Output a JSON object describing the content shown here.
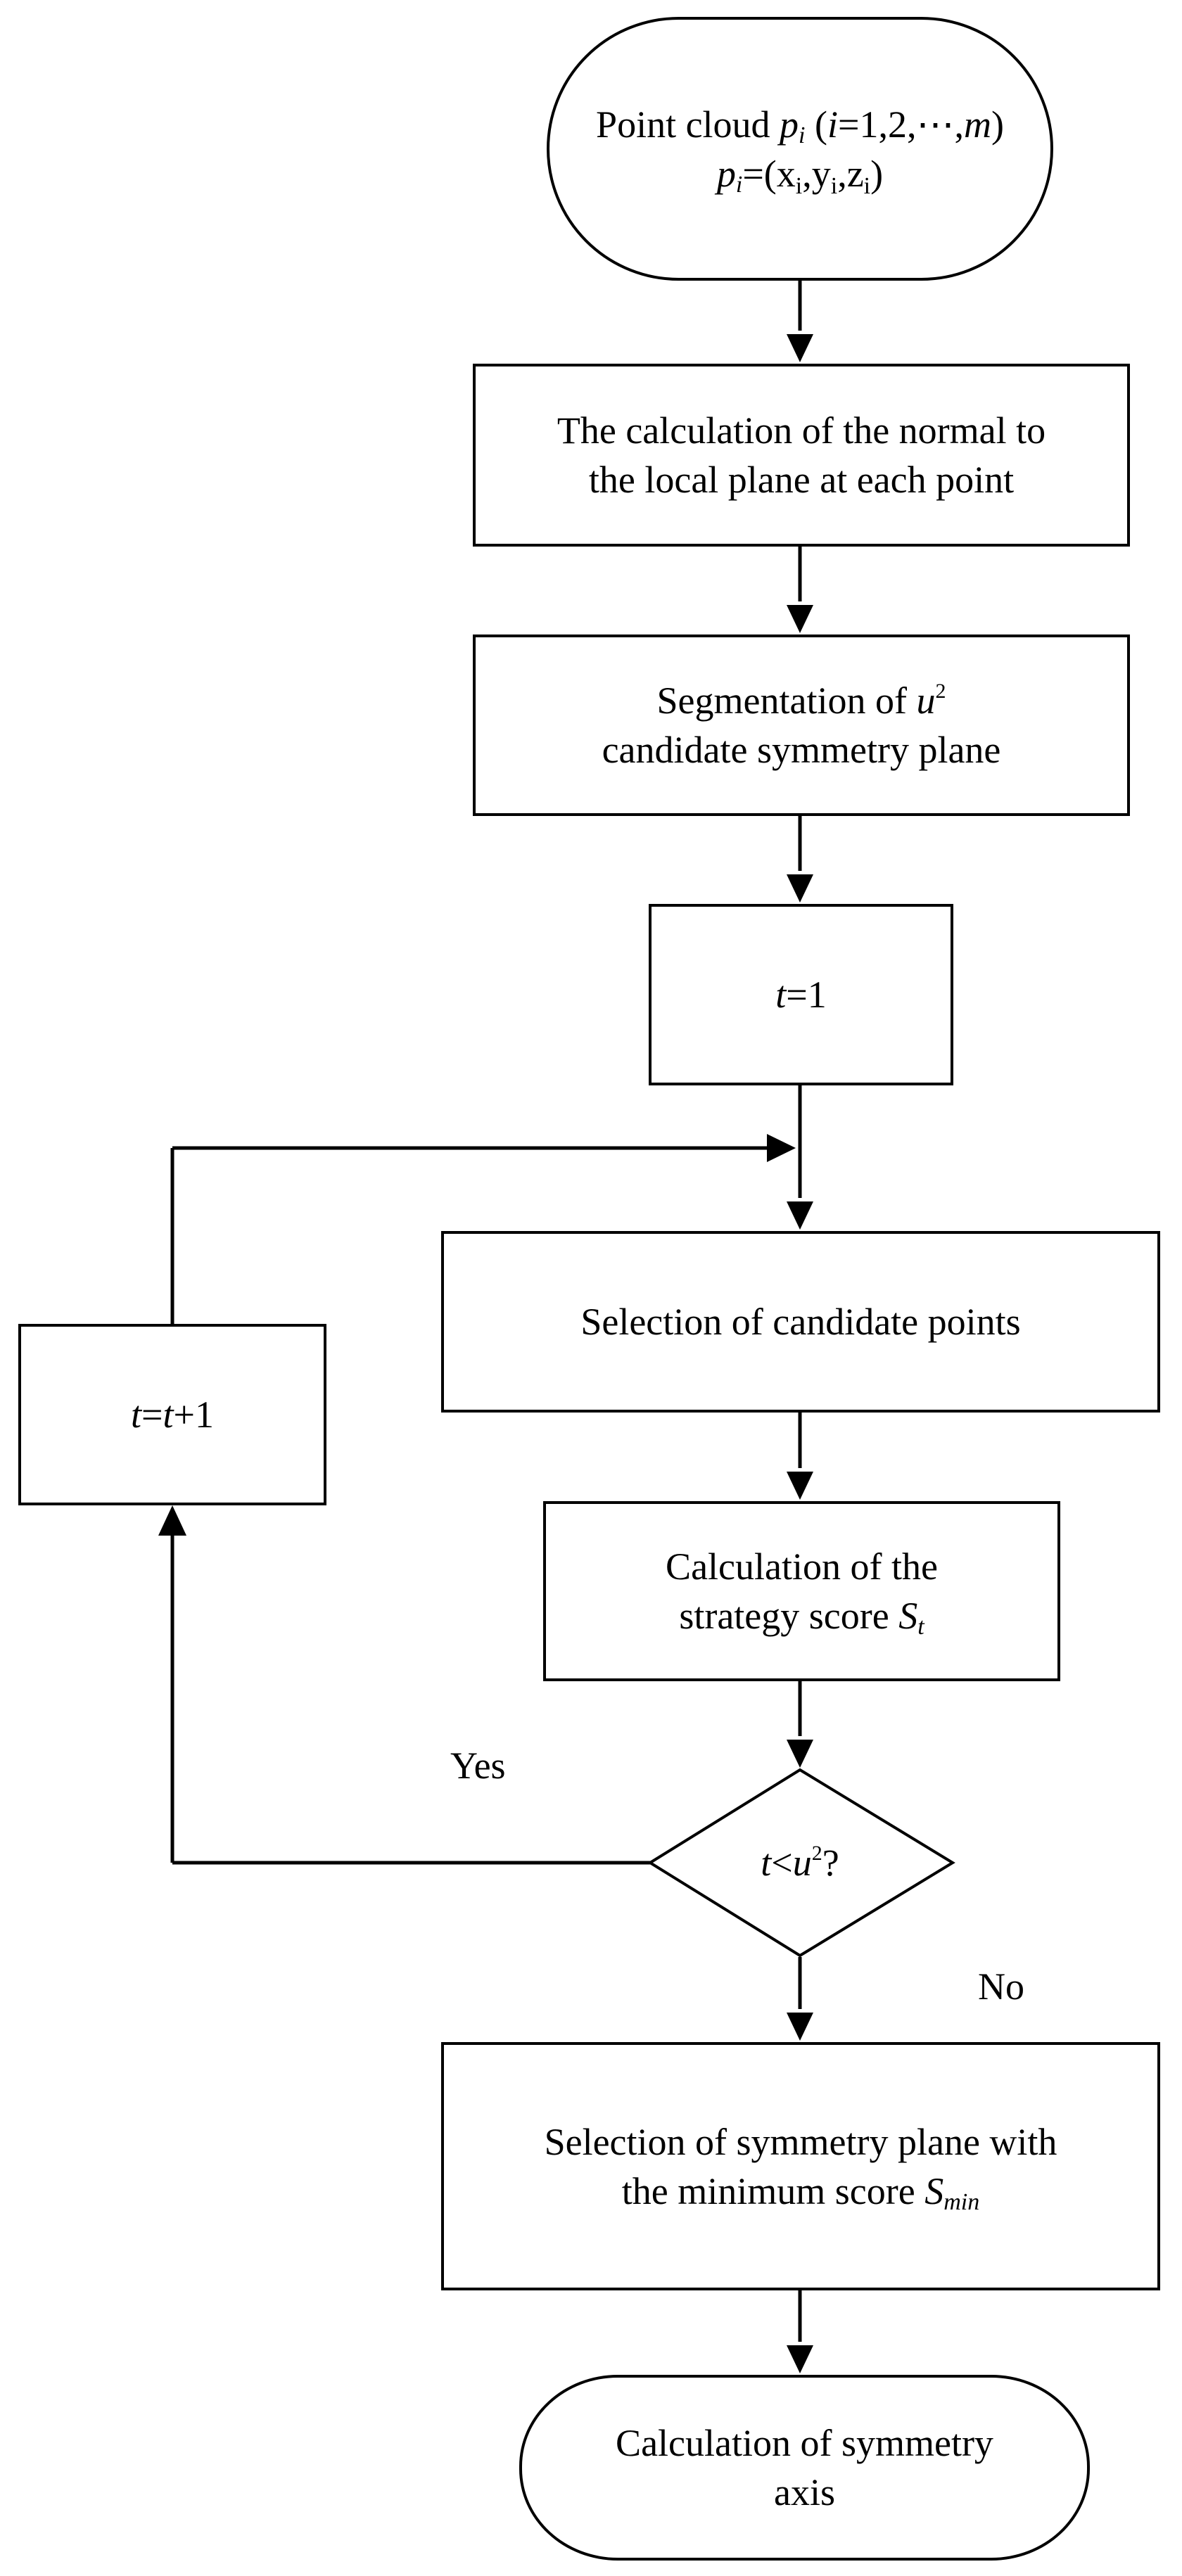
{
  "nodes": {
    "start": {
      "line1": [
        "Point cloud ",
        "p",
        "i",
        " (",
        "i",
        "=1,2,⋯,",
        "m",
        ")"
      ],
      "line2": [
        "p",
        "i",
        "=(x",
        "i",
        ",y",
        "i",
        ",z",
        "i",
        ")"
      ]
    },
    "normal": {
      "line1": "The calculation of the  normal to",
      "line2": "the local plane at each point"
    },
    "segmentation": {
      "line1": [
        "Segmentation of ",
        "u",
        "2"
      ],
      "line2": "candidate symmetry plane"
    },
    "init": {
      "text": [
        "t",
        "=1"
      ]
    },
    "selection": {
      "text": "Selection of candidate points"
    },
    "score": {
      "line1": "Calculation of the",
      "line2": [
        "strategy score ",
        "S",
        "t"
      ]
    },
    "increment": {
      "text": [
        "t",
        "=",
        "t",
        "+1"
      ]
    },
    "decision": {
      "text": [
        "t",
        "<",
        "u",
        "2",
        "?"
      ]
    },
    "choose": {
      "line1": "Selection of symmetry plane with",
      "line2": [
        "the minimum score ",
        "S",
        "min"
      ]
    },
    "end": {
      "line1": "Calculation of symmetry",
      "line2": "axis"
    }
  },
  "labels": {
    "yes": "Yes",
    "no": "No"
  }
}
